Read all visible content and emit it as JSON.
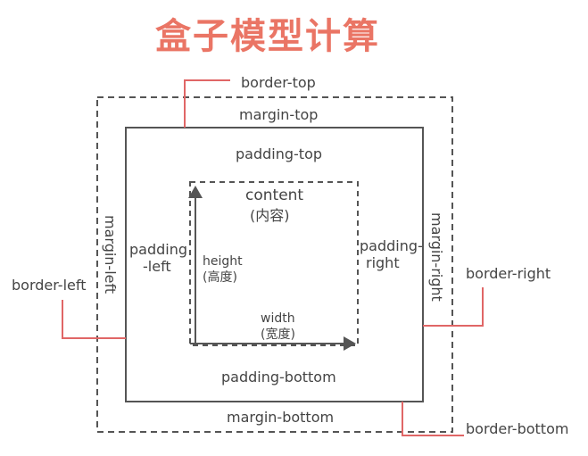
{
  "title": "盒子模型计算",
  "labels": {
    "border_top": "border-top",
    "margin_top": "margin-top",
    "padding_top": "padding-top",
    "content": "content",
    "content_cn": "(内容)",
    "padding_left_1": "padding",
    "padding_left_2": "-left",
    "height": "height",
    "height_cn": "(高度)",
    "padding_right_1": "padding-",
    "padding_right_2": "right",
    "margin_left": "margin-left",
    "margin_right": "margin-right",
    "border_left": "border-left",
    "border_right": "border-right",
    "width": "width",
    "width_cn": "(宽度)",
    "padding_bottom": "padding-bottom",
    "margin_bottom": "margin-bottom",
    "border_bottom": "border-bottom"
  },
  "colors": {
    "title": "#ea7565",
    "leader": "#e06666",
    "box": "#555555",
    "text": "#444444"
  }
}
